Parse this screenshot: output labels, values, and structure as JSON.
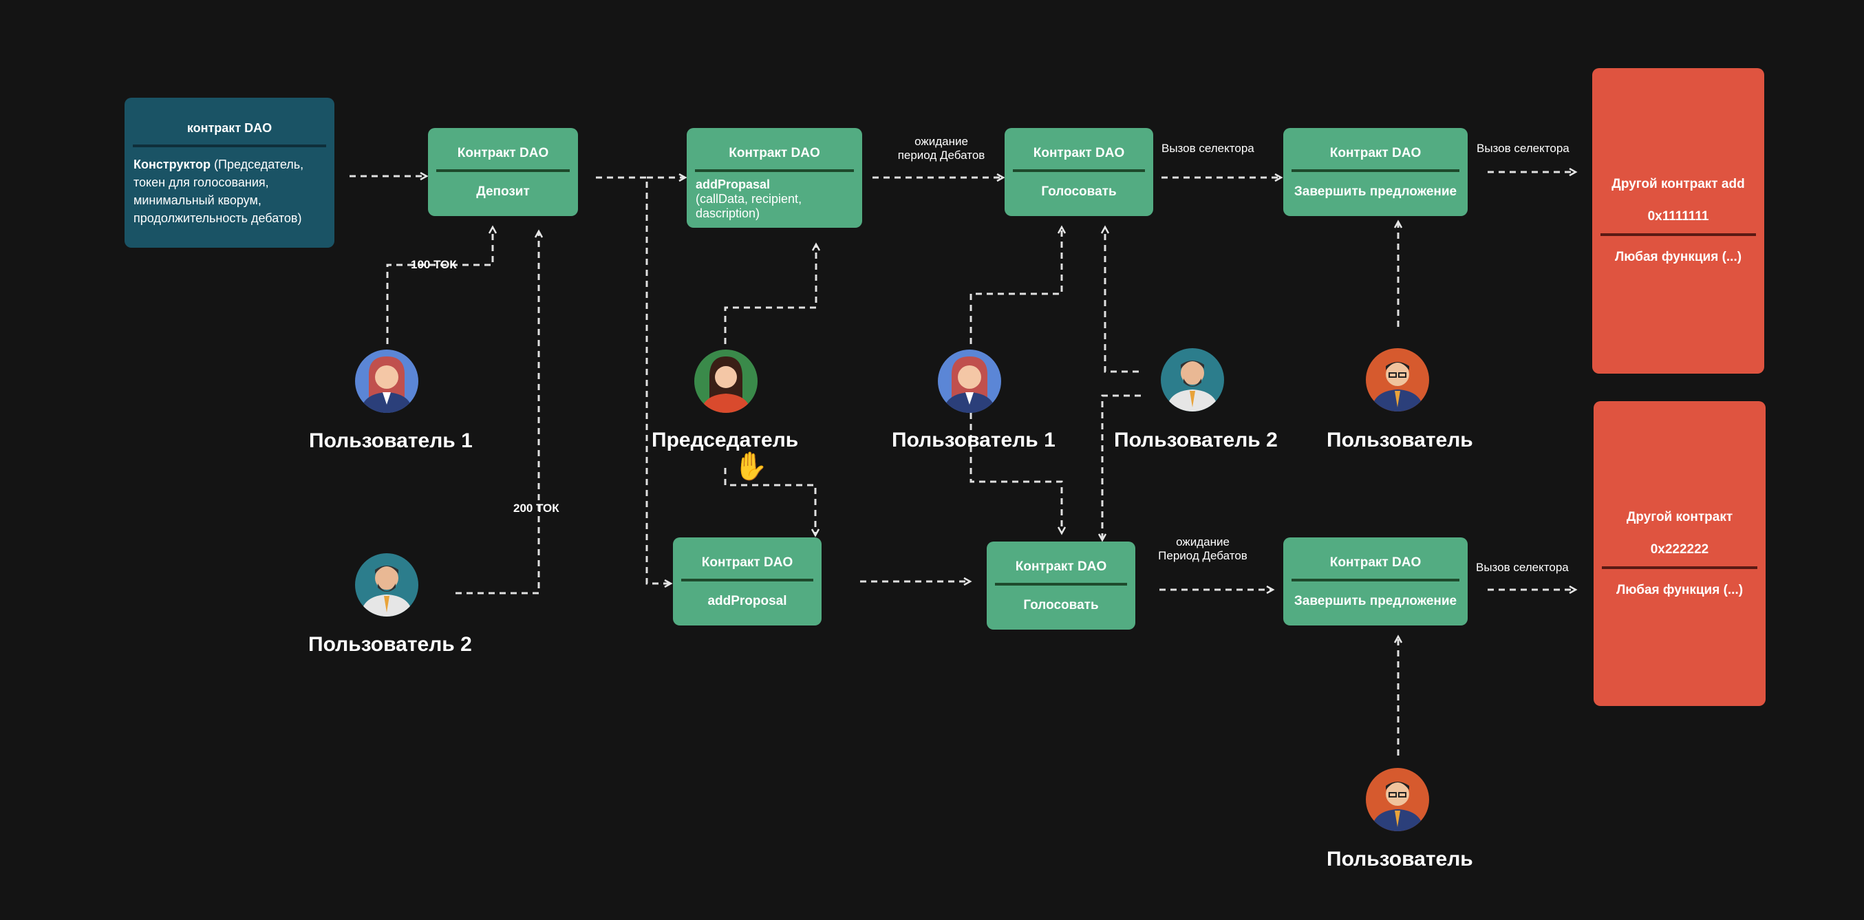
{
  "constructor_box": {
    "title": "контракт DAO",
    "keyword": "Конструктор",
    "lines": [
      "(Председатель,",
      "токен для голосования,",
      "минимальный кворум,",
      "продолжительность дебатов)"
    ]
  },
  "boxes": {
    "deposit": {
      "title": "Контракт DAO",
      "sub": "Депозит"
    },
    "addpropasal": {
      "title": "Контракт DAO",
      "sub_bold": "addPropasal",
      "sub_lines": [
        "(callData, recipient,",
        "dascription)"
      ]
    },
    "vote1": {
      "title": "Контракт DAO",
      "sub": "Голосовать"
    },
    "finish1": {
      "title": "Контракт DAO",
      "sub": "Завершить предложение"
    },
    "addproposal2": {
      "title": "Контракт DAO",
      "sub": "addProposal"
    },
    "vote2": {
      "title": "Контракт DAO",
      "sub": "Голосовать"
    },
    "finish2": {
      "title": "Контракт DAO",
      "sub": "Завершить предложение"
    }
  },
  "red_boxes": {
    "other1": {
      "title": "Другой контракт add",
      "addr": "0x1111111",
      "func": "Любая функция (...)"
    },
    "other2": {
      "title": "Другой контракт",
      "addr": "0x222222",
      "func": "Любая функция (...)"
    }
  },
  "notes": {
    "wait1": [
      "ожидание",
      "период Дебатов"
    ],
    "selector1": "Вызов селектора",
    "selector2": "Вызов селектора",
    "wait2": [
      "ожидание",
      "Период Дебатов"
    ],
    "selector3": "Вызов селектора",
    "tok100": "100 ТОК",
    "tok200": "200 ТОК"
  },
  "people": {
    "user1_left": "Пользователь 1",
    "user2_left": "Пользователь 2",
    "chairman": "Председатель",
    "user1_mid": "Пользователь 1",
    "user2_mid": "Пользователь 2",
    "user_top": "Пользователь",
    "user_bottom": "Пользователь"
  },
  "colors": {
    "green": "#53ac82",
    "teal": "#1a5365",
    "red": "#df5440",
    "background": "#141414"
  }
}
